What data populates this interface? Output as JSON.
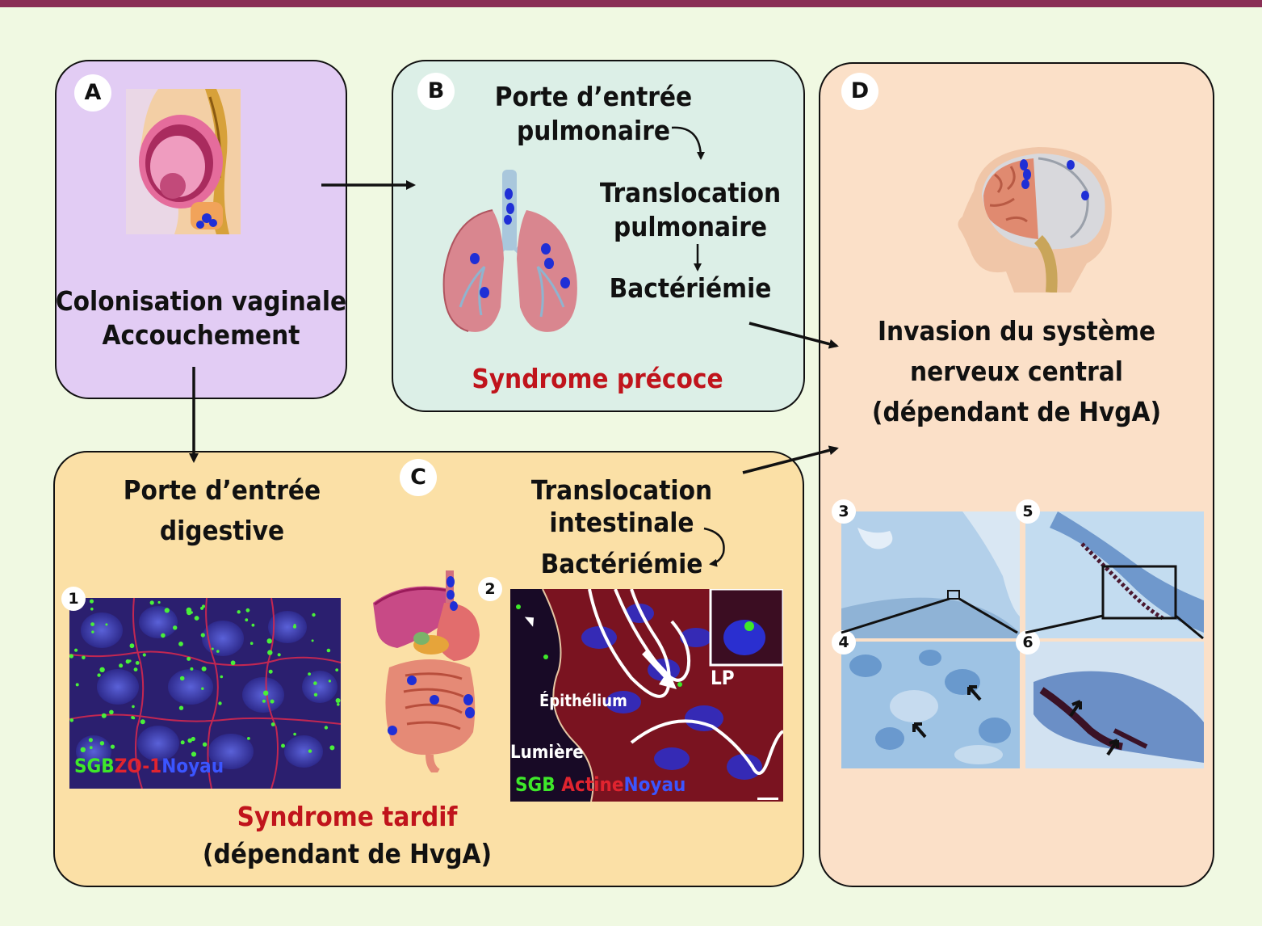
{
  "panel_a": {
    "letter": "A",
    "caption_line1": "Colonisation vaginale",
    "caption_line2": "Accouchement"
  },
  "panel_b": {
    "letter": "B",
    "entry_line1": "Porte d’entrée",
    "entry_line2": "pulmonaire",
    "translocation_line1": "Translocation",
    "translocation_line2": "pulmonaire",
    "bacteremia": "Bactériémie",
    "syndrome": "Syndrome précoce"
  },
  "panel_c": {
    "letter": "C",
    "entry_line1": "Porte d’entrée",
    "entry_line2": "digestive",
    "translocation_line1": "Translocation",
    "translocation_line2": "intestinale",
    "bacteremia": "Bactériémie",
    "syndrome": "Syndrome tardif",
    "dependency": "(dépendant de HvgA)",
    "micro1": {
      "number": "1",
      "legend_sgb": "SGB",
      "legend_zo1": "ZO-1",
      "legend_noyau": "Noyau"
    },
    "micro2": {
      "number": "2",
      "label_epithelium": "Épithélium",
      "label_lumiere": "Lumière",
      "label_lp": "LP",
      "legend_sgb": "SGB",
      "legend_actine": "Actine",
      "legend_noyau": "Noyau"
    }
  },
  "panel_d": {
    "letter": "D",
    "caption_line1": "Invasion du système",
    "caption_line2": "nerveux central",
    "caption_line3": "(dépendant de HvgA)",
    "histology": [
      "3",
      "4",
      "5",
      "6"
    ]
  },
  "colors": {
    "top_bar": "#8a2f55",
    "background": "#f0f9e2",
    "panel_a": "#e2ccf4",
    "panel_b": "#dcefe7",
    "panel_c": "#fbe0a6",
    "panel_d": "#fbe0c8",
    "accent_red": "#c0141c",
    "bacteria_blue": "#1f2fd6",
    "sgb_green": "#3ee82a"
  }
}
